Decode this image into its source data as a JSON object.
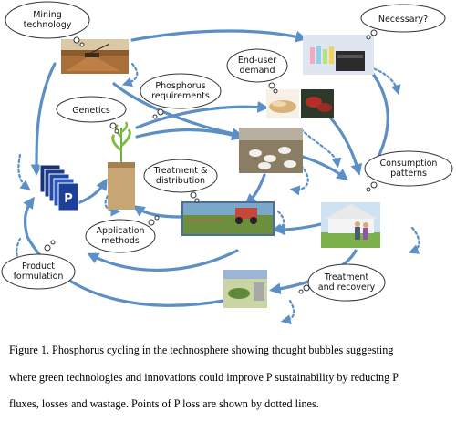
{
  "bubbles": {
    "mining_technology": [
      "Mining",
      "technology"
    ],
    "necessary": [
      "Necessary?"
    ],
    "end_user_demand": [
      "End-user",
      "demand"
    ],
    "phosphorus_requirements": [
      "Phosphorus",
      "requirements"
    ],
    "genetics": [
      "Genetics"
    ],
    "treatment_distribution": [
      "Treatment &",
      "distribution"
    ],
    "consumption_patterns": [
      "Consumption",
      "patterns"
    ],
    "application_methods": [
      "Application",
      "methods"
    ],
    "product_formulation": [
      "Product",
      "formulation"
    ],
    "treatment_recovery": [
      "Treatment",
      "and recovery"
    ]
  },
  "product_icon_label": "P",
  "caption": [
    "Figure 1. Phosphorus cycling in the technosphere showing thought bubbles suggesting",
    "where green technologies and innovations could improve P sustainability by reducing P",
    "fluxes, losses and wastage. Points of P loss are shown by dotted lines."
  ],
  "colors": {
    "arrow": "#5b8fc5",
    "bubble_stroke": "#333333",
    "caption_text": "#000000"
  }
}
